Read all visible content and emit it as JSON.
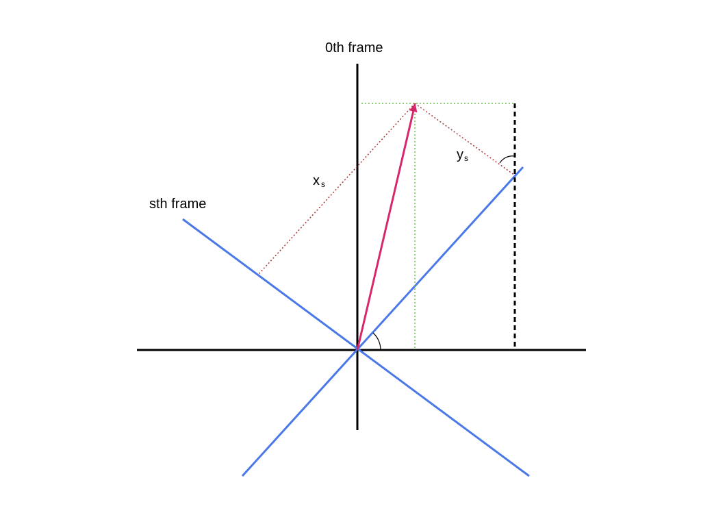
{
  "labels": {
    "zeroth_frame": "0th frame",
    "s_frame": "sth frame",
    "x_s_main": "x",
    "x_s_sub": "s",
    "y_s_main": "y",
    "y_s_sub": "s"
  },
  "colors": {
    "axes_0th": "#000000",
    "axes_sth": "#4a78e8",
    "vector": "#d6286a",
    "projection_sth": "#a83232",
    "projection_0th": "#6abf4b",
    "dashed_guide": "#000000"
  }
}
